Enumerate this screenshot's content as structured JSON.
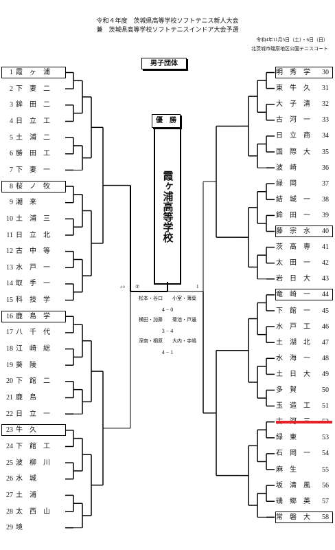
{
  "header": {
    "line1": "令和４年度　茨城県高等学校ソフトテニス新人大会",
    "line2": "兼　茨城県高等学校ソフトテニスインドア大会予選",
    "date": "令和4年11月5日（土）・6日（日）",
    "venue": "北茨城市磯原地区公園テニスコート"
  },
  "division": "男子団体",
  "champion_label": "優　勝",
  "champion": "霞ヶ浦高等学校",
  "final": {
    "left_mark": "②",
    "right_mark": "1",
    "left_score": "4-0",
    "matches": [
      {
        "pair": "松本・谷口　　小室・薄葉",
        "score": "4 − 0"
      },
      {
        "pair": "横田・加藤　　菊池・戸邊",
        "score": "3 − 4"
      },
      {
        "pair": "深南・桐原　　大内・寺嶋",
        "score": "4 − 1"
      }
    ]
  },
  "left_teams": [
    {
      "num": "1",
      "name": "霞ヶ浦",
      "boxed": true
    },
    {
      "num": "2",
      "name": "下妻二"
    },
    {
      "num": "3",
      "name": "鉾田二"
    },
    {
      "num": "4",
      "name": "日立工"
    },
    {
      "num": "5",
      "name": "土浦二"
    },
    {
      "num": "6",
      "name": "勝田工"
    },
    {
      "num": "7",
      "name": "下妻一"
    },
    {
      "num": "8",
      "name": "桜ノ牧",
      "boxed": true
    },
    {
      "num": "9",
      "name": "潮来"
    },
    {
      "num": "10",
      "name": "土浦三"
    },
    {
      "num": "11",
      "name": "日立北"
    },
    {
      "num": "12",
      "name": "古中等"
    },
    {
      "num": "13",
      "name": "水戸一"
    },
    {
      "num": "14",
      "name": "取手一"
    },
    {
      "num": "15",
      "name": "科技学"
    },
    {
      "num": "16",
      "name": "鹿島学",
      "boxed": true
    },
    {
      "num": "17",
      "name": "八千代"
    },
    {
      "num": "18",
      "name": "江崎総"
    },
    {
      "num": "19",
      "name": "葵陵"
    },
    {
      "num": "20",
      "name": "下館二"
    },
    {
      "num": "21",
      "name": "鹿島"
    },
    {
      "num": "22",
      "name": "日立一"
    },
    {
      "num": "23",
      "name": "牛久",
      "boxed": true
    },
    {
      "num": "24",
      "name": "下館工"
    },
    {
      "num": "25",
      "name": "波柳川"
    },
    {
      "num": "26",
      "name": "水城"
    },
    {
      "num": "27",
      "name": "土浦"
    },
    {
      "num": "28",
      "name": "太西山"
    },
    {
      "num": "29",
      "name": "境"
    }
  ],
  "right_teams": [
    {
      "num": "30",
      "name": "明秀学",
      "boxed": true
    },
    {
      "num": "31",
      "name": "東牛久"
    },
    {
      "num": "32",
      "name": "大子清"
    },
    {
      "num": "33",
      "name": "古河一"
    },
    {
      "num": "34",
      "name": "日立商"
    },
    {
      "num": "35",
      "name": "国際大"
    },
    {
      "num": "36",
      "name": "波崎"
    },
    {
      "num": "37",
      "name": "緑岡"
    },
    {
      "num": "38",
      "name": "結城一"
    },
    {
      "num": "39",
      "name": "鉾田一"
    },
    {
      "num": "40",
      "name": "藤宗水",
      "boxed": true
    },
    {
      "num": "41",
      "name": "茨高専"
    },
    {
      "num": "42",
      "name": "太田一"
    },
    {
      "num": "43",
      "name": "岩日大"
    },
    {
      "num": "44",
      "name": "竜崎一",
      "boxed": true
    },
    {
      "num": "45",
      "name": "下館一"
    },
    {
      "num": "46",
      "name": "水戸工"
    },
    {
      "num": "47",
      "name": "土湖北"
    },
    {
      "num": "48",
      "name": "水海一"
    },
    {
      "num": "49",
      "name": "土日大"
    },
    {
      "num": "50",
      "name": "多賀"
    },
    {
      "num": "51",
      "name": "玉造工"
    },
    {
      "num": "52",
      "name": "古河三"
    },
    {
      "num": "53",
      "name": "緑東"
    },
    {
      "num": "54",
      "name": "石岡一"
    },
    {
      "num": "55",
      "name": "麻生"
    },
    {
      "num": "56",
      "name": "坂清風"
    },
    {
      "num": "57",
      "name": "磯郷英"
    },
    {
      "num": "58",
      "name": "常磐大",
      "boxed": true
    }
  ],
  "colors": {
    "line": "#000000",
    "highlight": "#e8202a"
  }
}
